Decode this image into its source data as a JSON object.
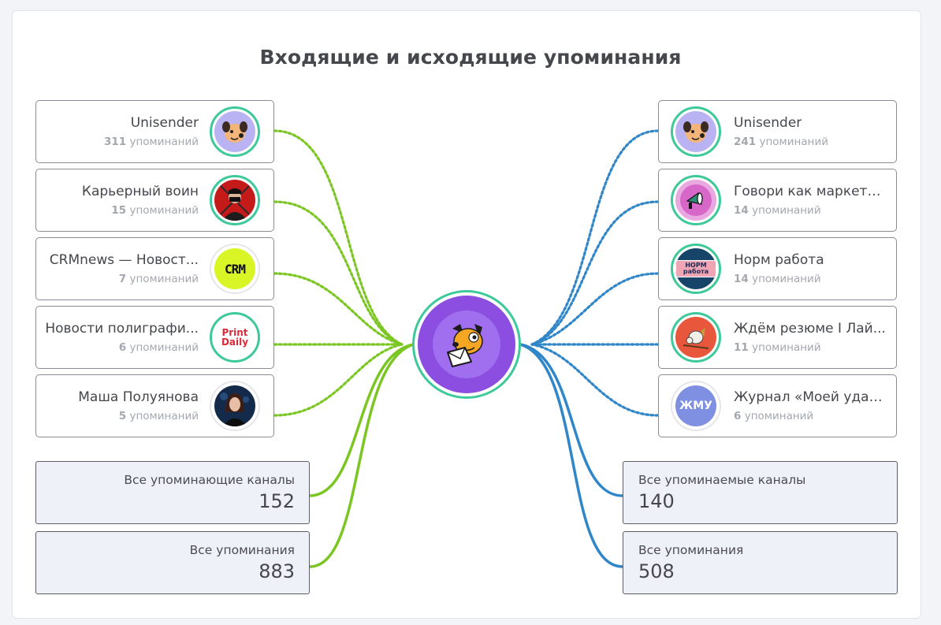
{
  "title": "Входящие и исходящие упоминания",
  "colors": {
    "incoming_link": "#7cc623",
    "outgoing_link": "#2f86c8",
    "avatar_ring": "#3ec99a",
    "center_fill": "#8b4ee0"
  },
  "center": {
    "name": "Unisender",
    "icon": "dog-mail-mascot-icon"
  },
  "incoming": {
    "channels": [
      {
        "name": "Unisender",
        "count": "311",
        "count_label": "упоминаний",
        "icon": "dog-mascot-icon"
      },
      {
        "name": "Карьерный воин",
        "count": "15",
        "count_label": "упоминаний",
        "icon": "masked-person-icon"
      },
      {
        "name": "CRMnews — Новост...",
        "count": "7",
        "count_label": "упоминаний",
        "icon": "crm-logo-icon",
        "logo_text": "CRM"
      },
      {
        "name": "Новости полиграфи...",
        "count": "6",
        "count_label": "упоминаний",
        "icon": "print-daily-logo-icon",
        "logo_text": "Print Daily"
      },
      {
        "name": "Маша Полуянова",
        "count": "5",
        "count_label": "упоминаний",
        "icon": "woman-portrait-icon"
      }
    ],
    "totals": [
      {
        "label": "Все упоминающие каналы",
        "value": "152"
      },
      {
        "label": "Все упоминания",
        "value": "883"
      }
    ]
  },
  "outgoing": {
    "channels": [
      {
        "name": "Unisender",
        "count": "241",
        "count_label": "упоминаний",
        "icon": "dog-mascot-icon"
      },
      {
        "name": "Говори как маркетол...",
        "count": "14",
        "count_label": "упоминаний",
        "icon": "megaphone-badge-icon"
      },
      {
        "name": "Норм работа",
        "count": "14",
        "count_label": "упоминаний",
        "icon": "norm-rabota-logo-icon",
        "logo_text": "НОРМ работа"
      },
      {
        "name": "Ждём резюме I Лай...",
        "count": "11",
        "count_label": "упоминаний",
        "icon": "cat-illustration-icon"
      },
      {
        "name": "Журнал «Моей удал...",
        "count": "6",
        "count_label": "упоминаний",
        "icon": "zhmu-logo-icon",
        "logo_text": "ЖМУ"
      }
    ],
    "totals": [
      {
        "label": "Все упоминаемые каналы",
        "value": "140"
      },
      {
        "label": "Все упоминания",
        "value": "508"
      }
    ]
  }
}
